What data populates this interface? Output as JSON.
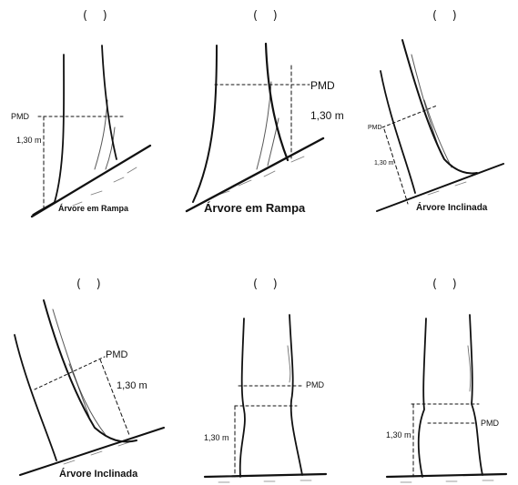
{
  "panels": [
    {
      "answer_blank": "(    )",
      "pmd": "PMD",
      "height": "1,30 m",
      "caption": "Árvore em Rampa"
    },
    {
      "answer_blank": "(    )",
      "pmd": "PMD",
      "height": "1,30 m",
      "caption": "Árvore em Rampa"
    },
    {
      "answer_blank": "(    )",
      "pmd": "PMD",
      "height": "1,30 m",
      "caption": "Árvore Inclinada"
    },
    {
      "answer_blank": "(    )",
      "pmd": "PMD",
      "height": "1,30 m",
      "caption": "Árvore Inclinada"
    },
    {
      "answer_blank": "(    )",
      "pmd": "PMD",
      "height": "1,30 m",
      "caption": ""
    },
    {
      "answer_blank": "(    )",
      "pmd": "PMD",
      "height": "1,30 m",
      "caption": ""
    }
  ]
}
